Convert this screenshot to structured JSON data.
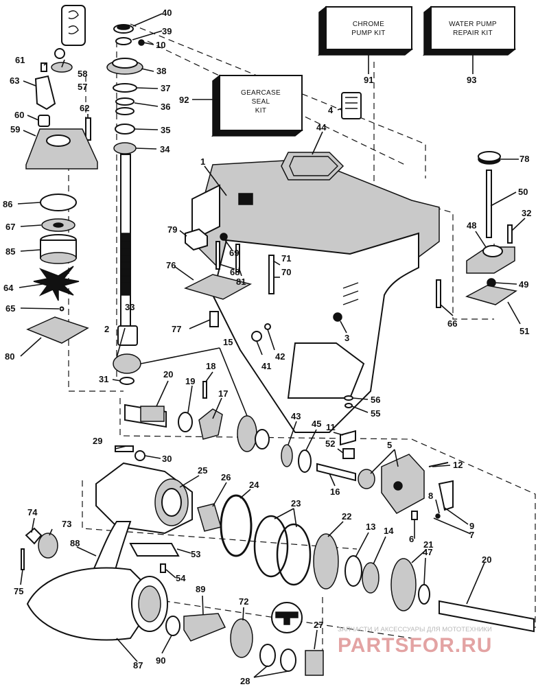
{
  "kits": {
    "chrome": {
      "line1": "CHROME",
      "line2": "PUMP KIT",
      "number": "91"
    },
    "water": {
      "line1": "WATER PUMP",
      "line2": "REPAIR KIT",
      "number": "93"
    },
    "seal": {
      "line1": "GEARCASE",
      "line2": "SEAL",
      "line3": "KIT",
      "number": "92"
    }
  },
  "callouts": {
    "c1": "1",
    "c2": "2",
    "c3": "3",
    "c4": "4",
    "c5": "5",
    "c6": "6",
    "c7": "7",
    "c8": "8",
    "c9": "9",
    "c10": "10",
    "c11": "11",
    "c12": "12",
    "c13": "13",
    "c14": "14",
    "c15": "15",
    "c16": "16",
    "c17": "17",
    "c18": "18",
    "c19": "19",
    "c20a": "20",
    "c20b": "20",
    "c21": "21",
    "c22": "22",
    "c23": "23",
    "c24": "24",
    "c25": "25",
    "c26": "26",
    "c27": "27",
    "c28": "28",
    "c29": "29",
    "c30": "30",
    "c31": "31",
    "c32": "32",
    "c33": "33",
    "c34": "34",
    "c35": "35",
    "c36": "36",
    "c37": "37",
    "c38": "38",
    "c39": "39",
    "c40": "40",
    "c41": "41",
    "c42": "42",
    "c43": "43",
    "c44": "44",
    "c45": "45",
    "c47": "47",
    "c48": "48",
    "c49": "49",
    "c50": "50",
    "c51": "51",
    "c52": "52",
    "c53": "53",
    "c54": "54",
    "c55": "55",
    "c56": "56",
    "c57": "57",
    "c58": "58",
    "c59": "59",
    "c60": "60",
    "c61": "61",
    "c62": "62",
    "c63": "63",
    "c64": "64",
    "c65": "65",
    "c66": "66",
    "c67": "67",
    "c68": "68",
    "c69": "69",
    "c70": "70",
    "c71": "71",
    "c72": "72",
    "c73": "73",
    "c74": "74",
    "c75": "75",
    "c76": "76",
    "c77": "77",
    "c78": "78",
    "c79": "79",
    "c80": "80",
    "c81": "81",
    "c85": "85",
    "c86": "86",
    "c87": "87",
    "c88": "88",
    "c89": "89",
    "c90": "90"
  },
  "watermark": {
    "line1": "ЗАПЧАСТИ И АКСЕССУАРЫ ДЛЯ МОТОТЕХНИКИ",
    "line2": "PARTSFOR.RU"
  }
}
